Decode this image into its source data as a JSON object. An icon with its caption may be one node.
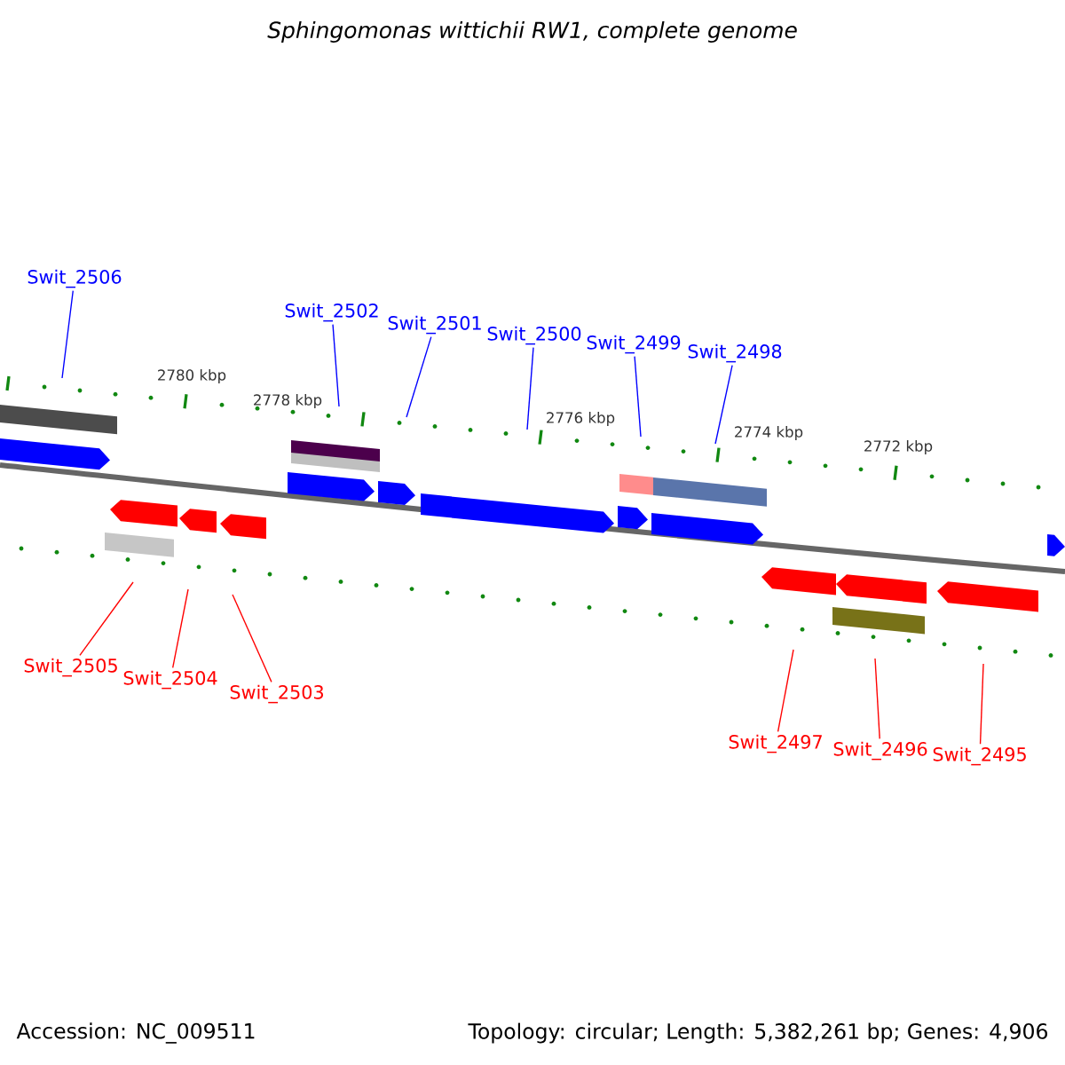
{
  "diagram": {
    "title": "Sphingomonas wittichii RW1, complete genome",
    "nodes": [
      {
        "text": [
          "Swit_2506"
        ]
      },
      {
        "text": [
          "Swit_2502"
        ]
      },
      {
        "text": [
          "Swit_2501"
        ]
      },
      {
        "text": [
          "Swit_2500"
        ]
      },
      {
        "text": [
          "Swit_2499"
        ]
      },
      {
        "text": [
          "Swit_2498"
        ]
      },
      {
        "text": [
          "Swit_2505"
        ]
      },
      {
        "text": [
          "Swit_2504"
        ]
      },
      {
        "text": [
          "Swit_2503"
        ]
      },
      {
        "text": [
          "Swit_2497"
        ]
      },
      {
        "text": [
          "Swit_2496"
        ]
      },
      {
        "text": [
          "Swit_2495"
        ]
      }
    ],
    "edges": [
      {
        "from": 0,
        "to": null,
        "arrow": "none"
      },
      {
        "from": 1,
        "to": null,
        "arrow": "none"
      },
      {
        "from": 2,
        "to": null,
        "arrow": "none"
      },
      {
        "from": 3,
        "to": null,
        "arrow": "none"
      },
      {
        "from": 4,
        "to": null,
        "arrow": "none"
      },
      {
        "from": 5,
        "to": null,
        "arrow": "none"
      },
      {
        "from": 6,
        "to": null,
        "arrow": "none",
        "color": "#ff0000"
      },
      {
        "from": 7,
        "to": null,
        "arrow": "none",
        "color": "#ff0000"
      },
      {
        "from": 8,
        "to": null,
        "arrow": "none",
        "color": "#ff0000"
      },
      {
        "from": 9,
        "to": null,
        "arrow": "none",
        "color": "#ff0000"
      },
      {
        "from": 10,
        "to": null,
        "arrow": "none",
        "color": "#ff0000"
      },
      {
        "from": 11,
        "to": null,
        "arrow": "none",
        "color": "#ff0000"
      }
    ],
    "labels": [
      "2780 kbp",
      "2778 kbp",
      "2776 kbp",
      "2774 kbp",
      "2772 kbp",
      "Accession: NC_009511",
      "Topology: circular; Length: 5,382,261 bp; Genes: 4,906"
    ]
  }
}
